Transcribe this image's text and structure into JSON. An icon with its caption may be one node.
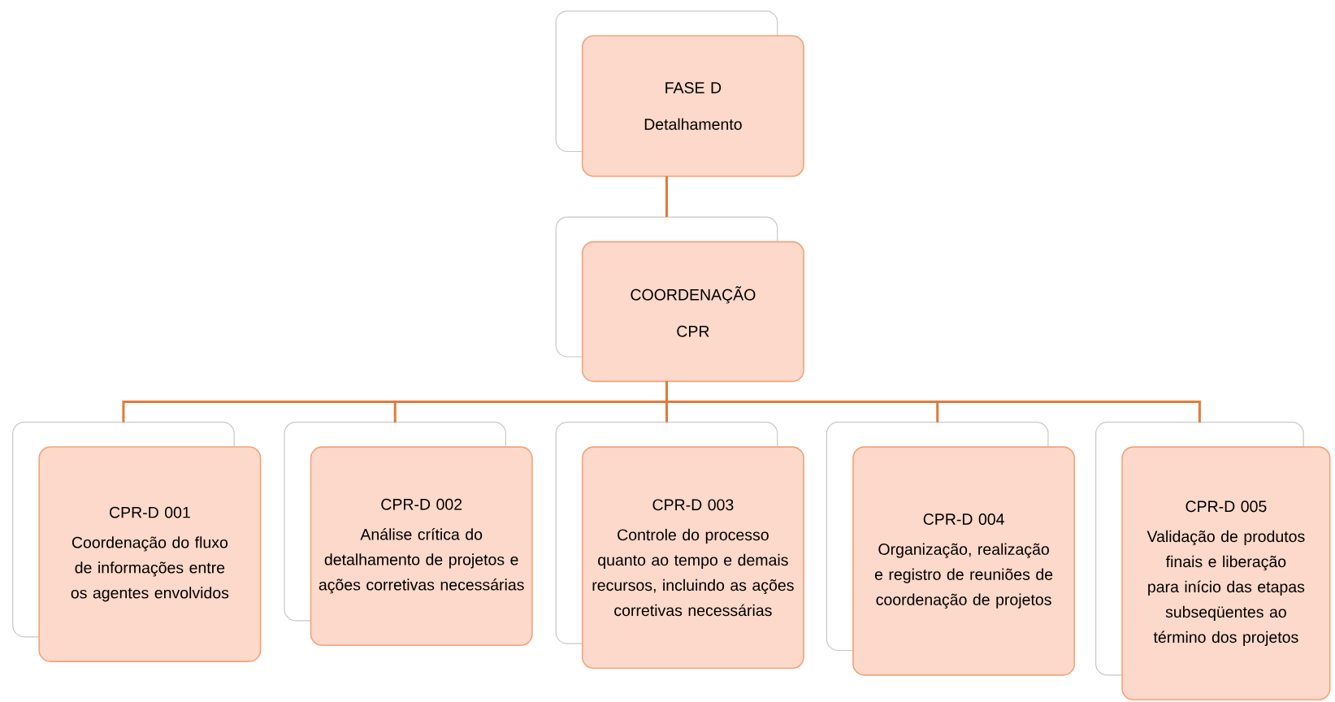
{
  "diagram": {
    "nodes": [
      {
        "text": [
          "FASE D",
          "Detalhamento"
        ]
      },
      {
        "text": [
          "COORDENAÇÃO",
          "CPR"
        ]
      },
      {
        "text": [
          "CPR-D 001",
          "Coordenação do fluxo de informações entre os agentes envolvidos"
        ]
      },
      {
        "text": [
          "CPR-D 002",
          "Análise crítica do detalhamento de projetos e ações corretivas necessárias"
        ]
      },
      {
        "text": [
          "CPR-D 003",
          "Controle do processo quanto ao tempo e demais recursos, incluindo as ações corretivas necessárias"
        ]
      },
      {
        "text": [
          "CPR-D 004",
          "Organização, realização e registro de reuniões de coordenação de projetos"
        ]
      },
      {
        "text": [
          "CPR-D 005",
          "Validação de produtos finais e liberação para início das etapas subseqüentes ao término dos projetos"
        ]
      }
    ],
    "edges": [
      {
        "from": 0,
        "to": 1,
        "arrow": "none"
      },
      {
        "from": 1,
        "to": 2,
        "arrow": "none"
      },
      {
        "from": 1,
        "to": 3,
        "arrow": "none"
      },
      {
        "from": 1,
        "to": 4,
        "arrow": "none"
      },
      {
        "from": 1,
        "to": 5,
        "arrow": "none"
      },
      {
        "from": 1,
        "to": 6,
        "arrow": "none"
      }
    ]
  }
}
